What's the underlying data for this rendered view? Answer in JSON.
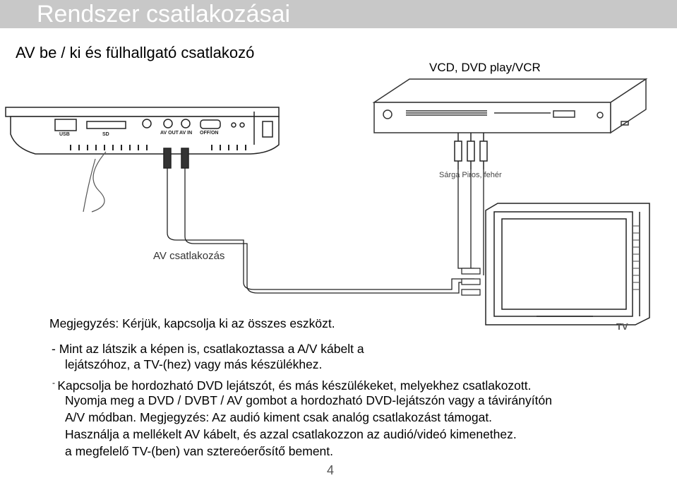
{
  "page": {
    "title": "Rendszer csatlakozásai",
    "subtitle": "AV be / ki és fülhallgató csatlakozó",
    "page_number": "4"
  },
  "diagram": {
    "vcd_label": "VCD, DVD play/VCR",
    "cable_colors": "Sárga Piros, fehér",
    "av_connection": "AV csatlakozás",
    "tv_label": "TV",
    "player_ports": [
      "USB",
      "SD",
      "AV OUT",
      "AV IN",
      "OFF/ON"
    ]
  },
  "notes": {
    "intro": "Megjegyzés: Kérjük, kapcsolja ki az összes eszközt.",
    "bullet1_line1": "- Mint az látszik a képen is, csatlakoztassa a A/V kábelt a",
    "bullet1_line2": "lejátszóhoz, a TV-(hez) vagy más készülékhez.",
    "bullet2_line1": "Kapcsolja be hordozható DVD lejátszót, és más készülékeket, melyekhez csatlakozott.",
    "bullet2_line2": "Nyomja meg a DVD / DVBT / AV gombot a hordozható DVD-lejátszón vagy a távirányítón",
    "bullet2_line3": "A/V módban.  Megjegyzés: Az audió kiment csak analóg csatlakozást támogat.",
    "bullet2_line4": "Használja a mellékelt AV kábelt, és azzal csatlakozzon az audió/videó kimenethez.",
    "bullet2_line5": "a megfelelő TV-(ben) van sztereóerősítő bement."
  }
}
